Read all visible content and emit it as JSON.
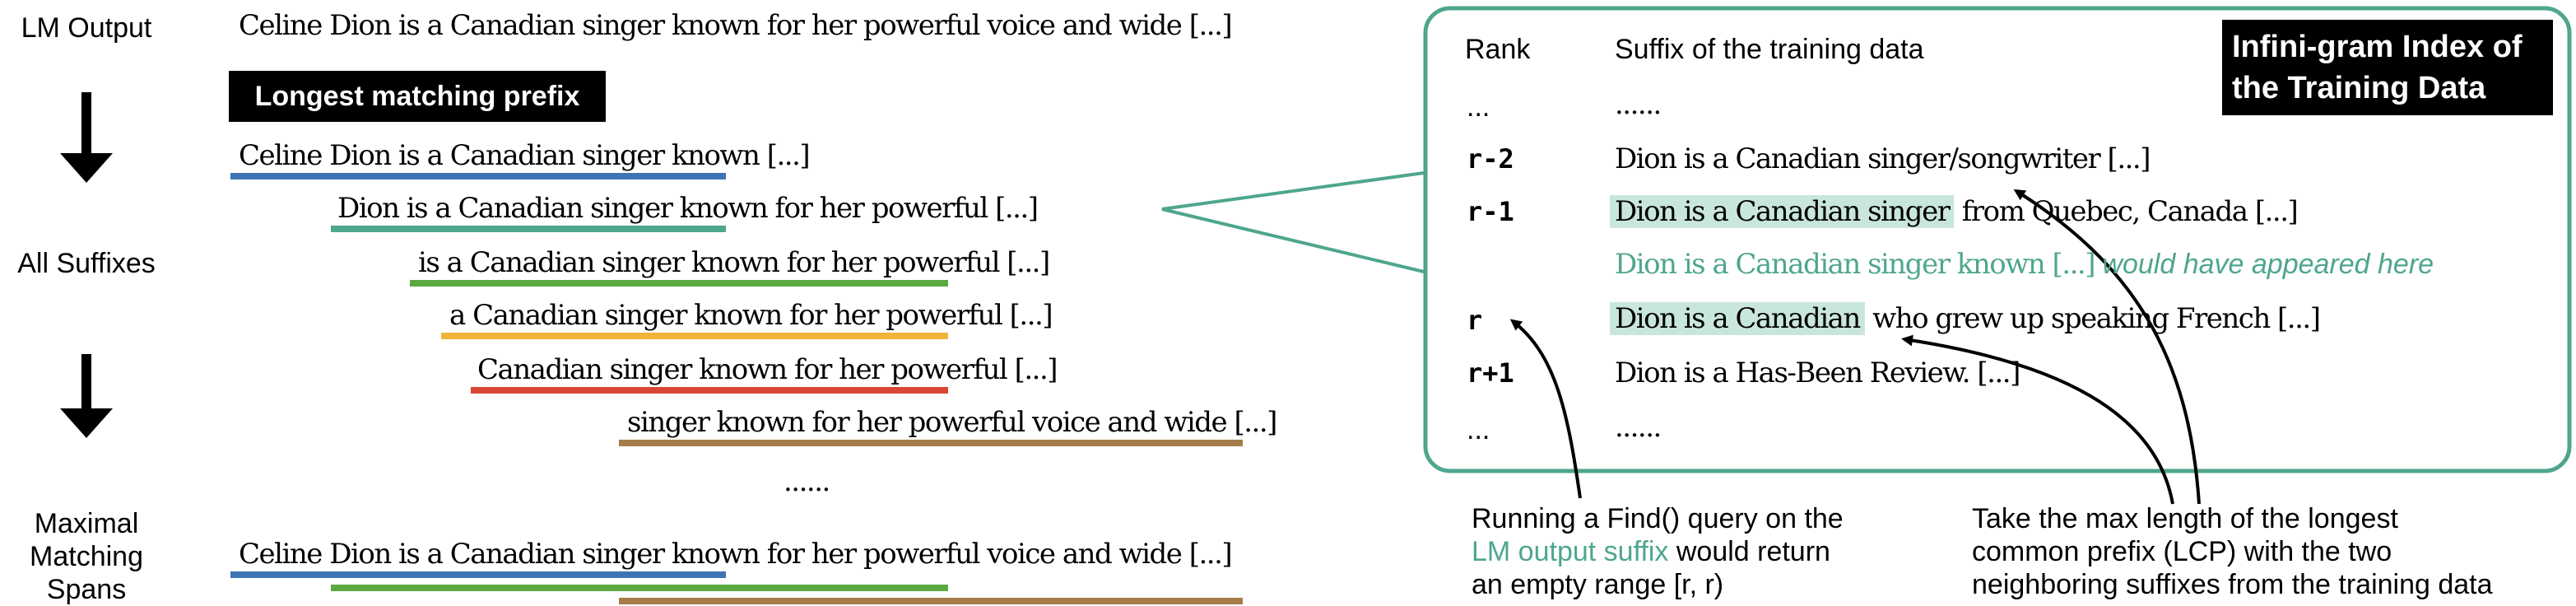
{
  "left": {
    "lm_output_label": "LM Output",
    "all_suffixes_label": "All Suffixes",
    "maximal_label_1": "Maximal",
    "maximal_label_2": "Matching",
    "maximal_label_3": "Spans",
    "lm_output_text": "Celine Dion is a Canadian singer known for her powerful voice and wide [...]",
    "longest_prefix_box": "Longest matching prefix",
    "suffix_lines": [
      "Celine Dion is a Canadian singer known [...]",
      "Dion is a Canadian singer known for her powerful [...]",
      "is a Canadian singer known for her powerful [...]",
      "a Canadian singer known for her powerful [...]",
      "Canadian singer known for her powerful [...]",
      "singer known for her powerful voice and wide [...]"
    ],
    "ellipsis": "......",
    "maximal_text": "Celine Dion is a Canadian singer known for her powerful voice and wide [...]"
  },
  "colors": {
    "blue": "#3f74b4",
    "teal": "#4ea68e",
    "green": "#5ca843",
    "orange": "#f0b43a",
    "red": "#d94732",
    "brown": "#a67c4a",
    "highlight": "#c9e6dd"
  },
  "index_panel": {
    "title_line_1": "Infini-gram Index of",
    "title_line_2": "the Training Data",
    "col_rank": "Rank",
    "col_suffix": "Suffix of the training data",
    "rows": [
      {
        "rank": "...",
        "text": "......"
      },
      {
        "rank": "r-2",
        "text": "Dion is a Canadian singer/songwriter [...]"
      },
      {
        "rank": "r-1",
        "highlight": "Dion is a Canadian singer",
        "rest": " from Quebec, Canada [...]"
      },
      {
        "rank": "",
        "green_text": "Dion is a Canadian singer known [...]",
        "green_italic": " would have appeared here"
      },
      {
        "rank": "r",
        "highlight": "Dion is a Canadian",
        "rest": " who grew up speaking French [...]"
      },
      {
        "rank": "r+1",
        "text": "Dion is a Has-Been Review. [...]"
      },
      {
        "rank": "...",
        "text": "......"
      }
    ]
  },
  "annotations": {
    "find_line_1": "Running a Find() query on the",
    "find_line_2_green": "LM output suffix",
    "find_line_2_rest": " would return",
    "find_line_3": "an empty range [r, r)",
    "lcp_line_1": "Take the max length of the longest",
    "lcp_line_2": "common prefix (LCP) with the two",
    "lcp_line_3": "neighboring suffixes from the training data"
  }
}
